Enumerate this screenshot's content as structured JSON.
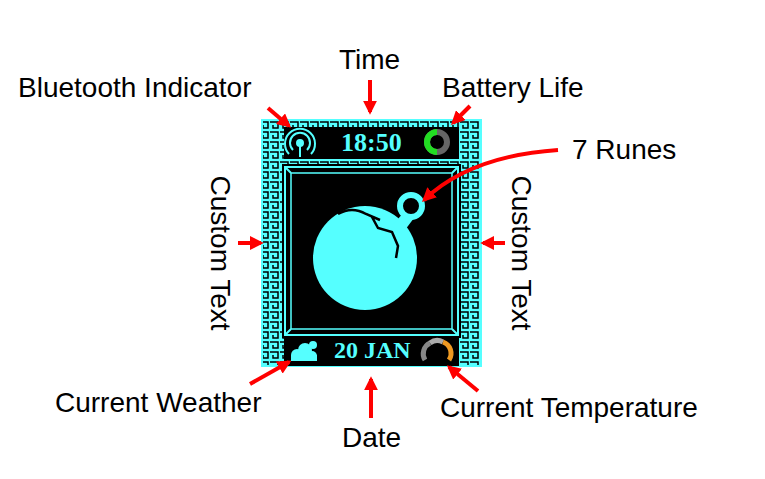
{
  "diagram": {
    "labels": [
      "Time",
      "Bluetooth Indicator",
      "Battery Life",
      "7 Runes",
      "Custom Text",
      "Custom Text",
      "Current Weather",
      "Date",
      "Current Temperature",
      "18:50",
      "20 JAN"
    ]
  }
}
